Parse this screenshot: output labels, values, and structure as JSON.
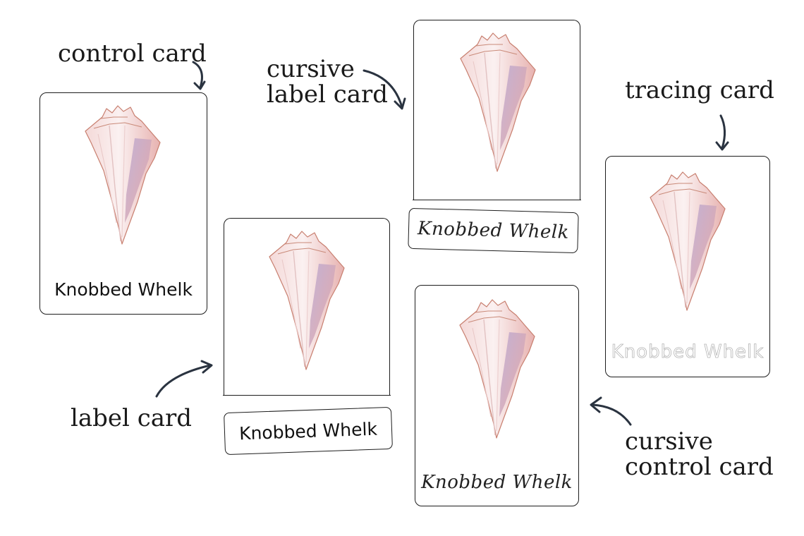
{
  "card_name": "Knobbed Whelk",
  "captions": {
    "control_card": "control card",
    "cursive_label_card_line1": "cursive",
    "cursive_label_card_line2": "label card",
    "tracing_card": "tracing card",
    "label_card": "label card",
    "cursive_control_card_line1": "cursive",
    "cursive_control_card_line2": "control card"
  },
  "colors": {
    "arrow": "#2a3340",
    "shell_light": "#f7e9ea",
    "shell_pink": "#e3a3a3",
    "shell_purple": "#b6a5cc"
  }
}
